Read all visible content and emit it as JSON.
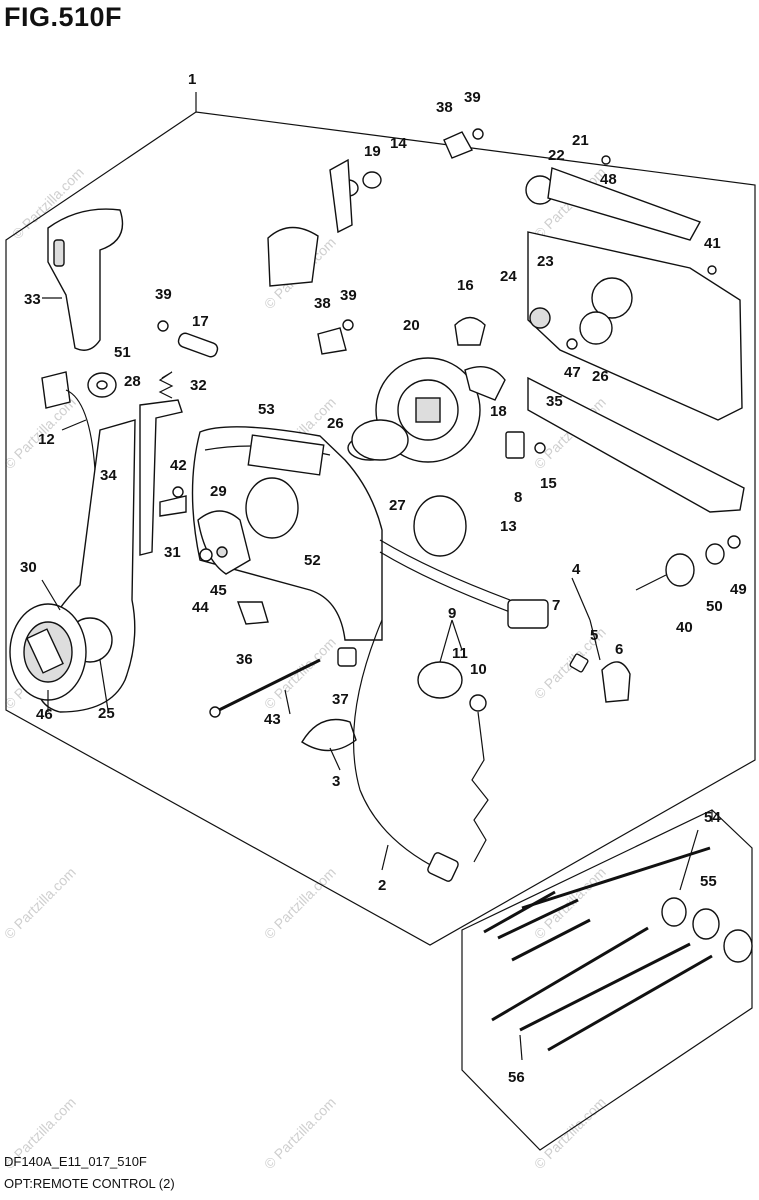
{
  "figure_title": "FIG.510F",
  "watermark": "© Partzilla.com",
  "footer": {
    "model_code": "DF140A_E11_017_510F",
    "description": "OPT:REMOTE CONTROL (2)"
  },
  "callouts": [
    "1",
    "2",
    "3",
    "4",
    "5",
    "6",
    "7",
    "8",
    "9",
    "10",
    "11",
    "12",
    "13",
    "14",
    "15",
    "16",
    "17",
    "18",
    "19",
    "20",
    "21",
    "22",
    "23",
    "24",
    "25",
    "26",
    "26",
    "27",
    "28",
    "29",
    "30",
    "31",
    "32",
    "33",
    "34",
    "35",
    "36",
    "37",
    "38",
    "38",
    "39",
    "39",
    "39",
    "40",
    "41",
    "42",
    "43",
    "44",
    "45",
    "46",
    "47",
    "48",
    "49",
    "50",
    "51",
    "52",
    "53",
    "54",
    "55",
    "56"
  ],
  "icons": [
    "remote-control-housing",
    "control-lever",
    "grip",
    "emergency-stop-switch",
    "lanyard",
    "main-key-switch",
    "buzzer",
    "neutral-switch",
    "wiring-harness",
    "cover-plate",
    "bolt-set",
    "tie-wraps"
  ]
}
